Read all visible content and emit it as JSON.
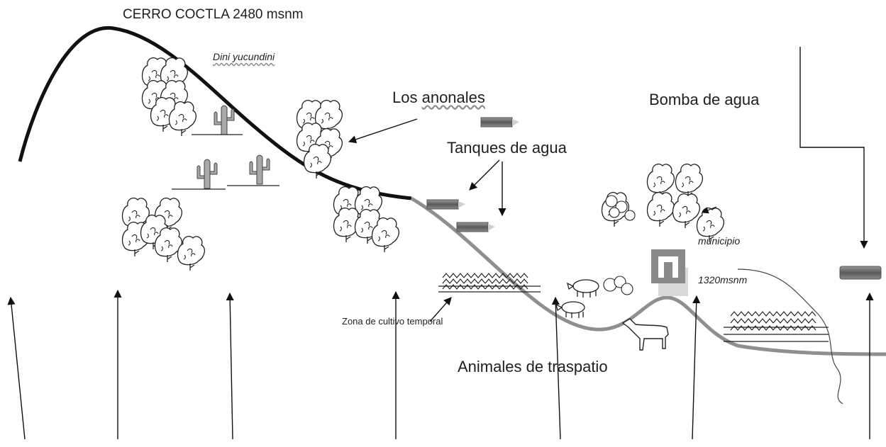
{
  "labels": {
    "peak": "CERRO COCTLA 2480 msnm",
    "dini": "Dini yucundini",
    "anonales_prefix": "Los ",
    "anonales_word": "anonales",
    "bomba": "Bomba de agua",
    "tanques": "Tanques de agua",
    "municipio": "municipio",
    "altitud": "1320msnm",
    "cultivo": "Zona de cultivo temporal",
    "animales": "Animales de traspatio"
  },
  "colors": {
    "upper_slope": "#111111",
    "lower_slope": "#8f8f8f",
    "cactus": "#a8a8a8",
    "tank": "#6f6f6f",
    "ink": "#1f1f1f"
  },
  "icons": [
    "tree-cluster-icon",
    "cactus-icon",
    "water-tank-icon",
    "crop-row-icon",
    "pig-icon",
    "horse-icon",
    "municipio-building-icon"
  ]
}
